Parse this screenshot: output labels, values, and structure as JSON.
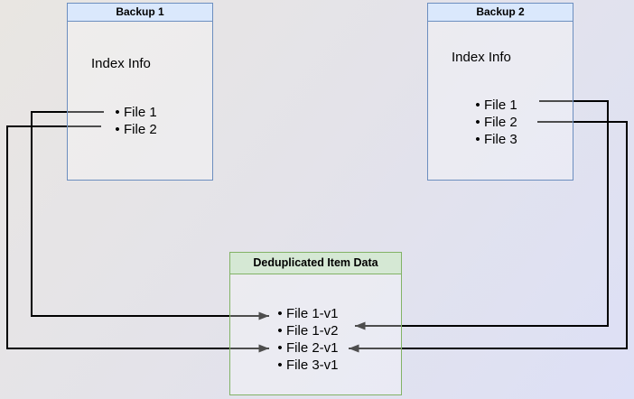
{
  "diagram": {
    "backup1": {
      "title": "Backup 1",
      "index_label": "Index Info",
      "files": [
        "File 1",
        "File 2"
      ]
    },
    "backup2": {
      "title": "Backup 2",
      "index_label": "Index Info",
      "files": [
        "File 1",
        "File 2",
        "File 3"
      ]
    },
    "dedup": {
      "title": "Deduplicated Item Data",
      "items": [
        "File 1-v1",
        "File 1-v2",
        "File 2-v1",
        "File 3-v1"
      ]
    },
    "connections": [
      {
        "from": "Backup 1 / File 1",
        "to": "File 1-v1"
      },
      {
        "from": "Backup 1 / File 2",
        "to": "File 2-v1"
      },
      {
        "from": "Backup 2 / File 1",
        "to": "File 1-v2"
      },
      {
        "from": "Backup 2 / File 2",
        "to": "File 2-v1"
      }
    ],
    "colors": {
      "backup_header_fill": "#dae8fc",
      "backup_border": "#6c8ebf",
      "dedup_header_fill": "#d5e8d4",
      "dedup_border": "#82b366",
      "arrow": "#000000",
      "bullet": "•"
    }
  }
}
